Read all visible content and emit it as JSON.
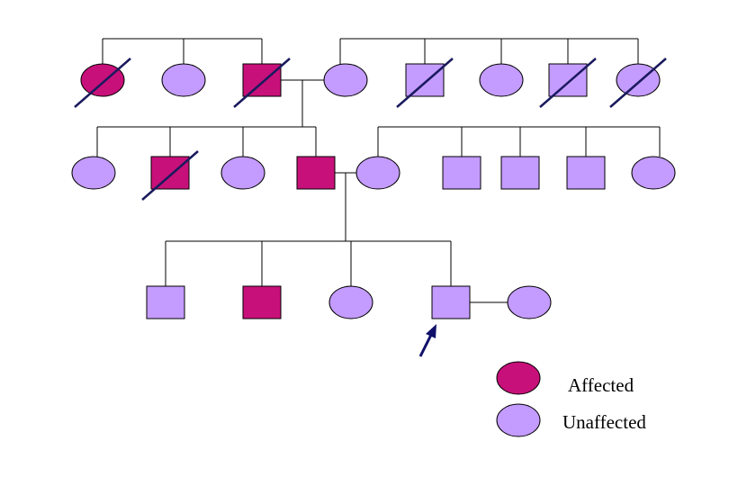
{
  "colors": {
    "affected": "#c8107a",
    "unaffected": "#c49bff",
    "line": "#000000",
    "deceased_slash": "#1a1a5e",
    "arrow": "#10106a"
  },
  "legend": {
    "affected_label": "Affected",
    "unaffected_label": "Unaffected"
  },
  "pedigree": {
    "generation_1_left": [
      {
        "sex": "female",
        "affected": true,
        "deceased": true
      },
      {
        "sex": "female",
        "affected": false,
        "deceased": false
      },
      {
        "sex": "male",
        "affected": true,
        "deceased": true
      }
    ],
    "generation_1_right": [
      {
        "sex": "female",
        "affected": false,
        "deceased": false
      },
      {
        "sex": "male",
        "affected": false,
        "deceased": true
      },
      {
        "sex": "female",
        "affected": false,
        "deceased": false
      },
      {
        "sex": "male",
        "affected": false,
        "deceased": true
      },
      {
        "sex": "female",
        "affected": false,
        "deceased": true
      }
    ],
    "generation_2_left": [
      {
        "sex": "female",
        "affected": false,
        "deceased": false
      },
      {
        "sex": "male",
        "affected": true,
        "deceased": true
      },
      {
        "sex": "female",
        "affected": false,
        "deceased": false
      },
      {
        "sex": "male",
        "affected": true,
        "deceased": false
      }
    ],
    "generation_2_right": [
      {
        "sex": "female",
        "affected": false,
        "deceased": false
      },
      {
        "sex": "male",
        "affected": false,
        "deceased": false
      },
      {
        "sex": "male",
        "affected": false,
        "deceased": false
      },
      {
        "sex": "male",
        "affected": false,
        "deceased": false
      },
      {
        "sex": "female",
        "affected": false,
        "deceased": false
      }
    ],
    "generation_3": [
      {
        "sex": "male",
        "affected": false,
        "deceased": false
      },
      {
        "sex": "male",
        "affected": true,
        "deceased": false
      },
      {
        "sex": "female",
        "affected": false,
        "deceased": false
      },
      {
        "sex": "male",
        "affected": false,
        "deceased": false,
        "proband": true
      }
    ],
    "generation_3_spouse": {
      "sex": "female",
      "affected": false,
      "deceased": false
    }
  }
}
